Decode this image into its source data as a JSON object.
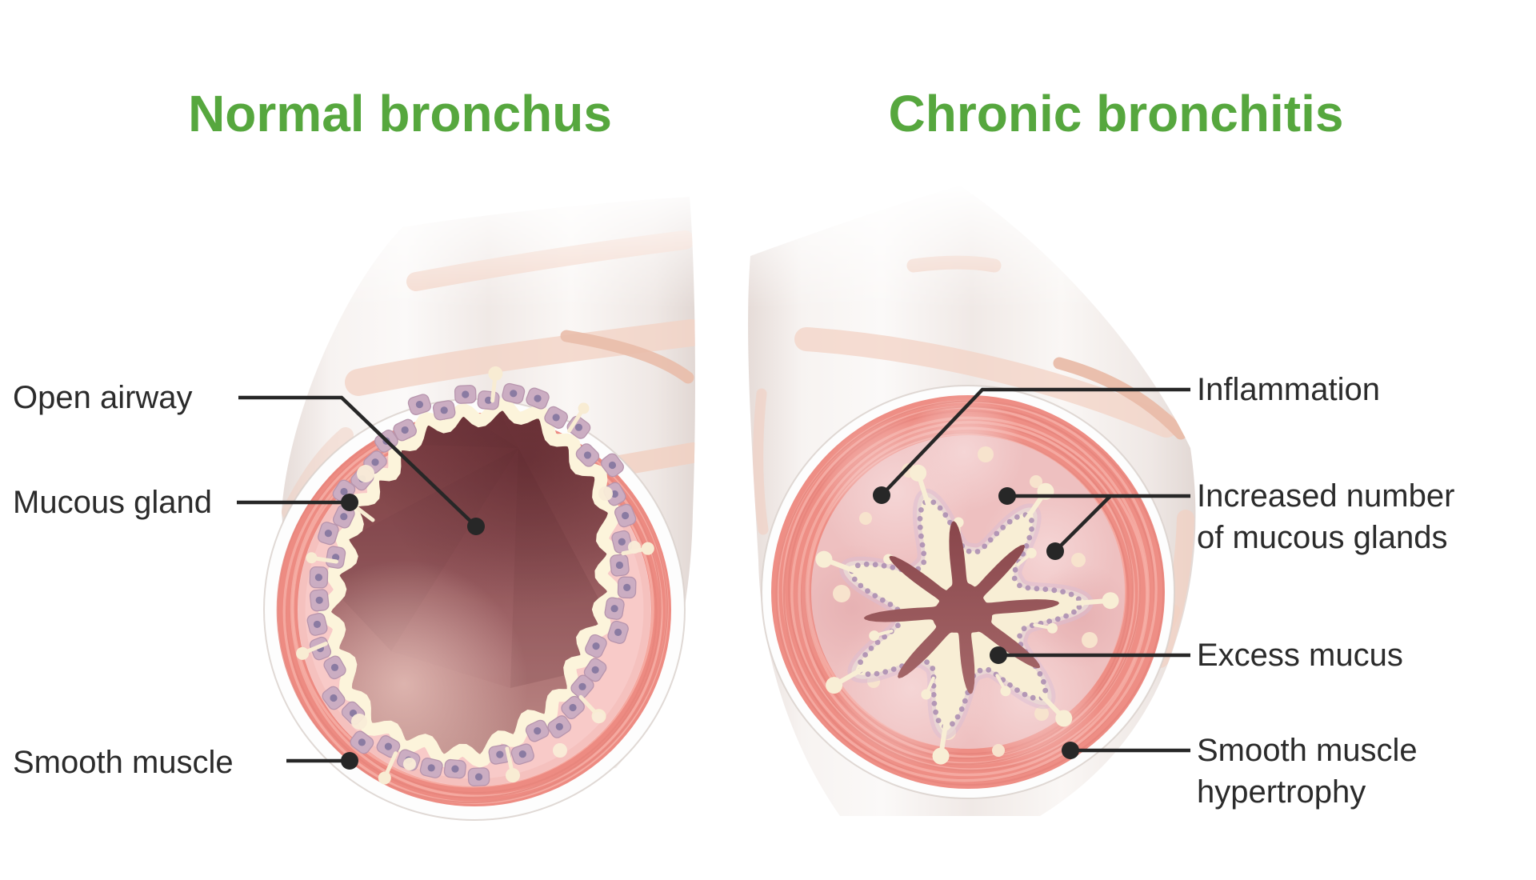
{
  "diagram": {
    "panels": [
      {
        "id": "normal-bronchus",
        "heading": "Normal bronchus",
        "labels": [
          {
            "text": "Open airway"
          },
          {
            "text": "Mucous gland"
          },
          {
            "text": "Smooth muscle"
          }
        ]
      },
      {
        "id": "chronic-bronchitis",
        "heading": "Chronic bronchitis",
        "labels": [
          {
            "line1": "Inflammation",
            "line2": ""
          },
          {
            "line1": "Increased number",
            "line2": "of mucous glands"
          },
          {
            "line1": "Excess mucus",
            "line2": ""
          },
          {
            "line1": "Smooth muscle",
            "line2": "hypertrophy"
          }
        ]
      }
    ],
    "colors": {
      "background": "#ffffff",
      "heading_green": "#56a73e",
      "label_text": "#2b2b2b",
      "leader_line": "#272727",
      "smooth_muscle": "#ed8d84",
      "muscle_strand_light": "#f6b0a7",
      "muscle_strand_dark": "#e6857c",
      "submucosa_normal": "#f8cac8",
      "submucosa_inflamed": "#eec0c0",
      "mucus_cream": "#f8eed5",
      "epithelium_cell": "#cbadc2",
      "cell_nucleus": "#7f729c",
      "airway_lumen_dark": "#76393f",
      "airway_lumen_light": "#bb8a86",
      "tube_wall": "#f2ebe8",
      "cartilage_band": "#f2d0c2"
    }
  }
}
